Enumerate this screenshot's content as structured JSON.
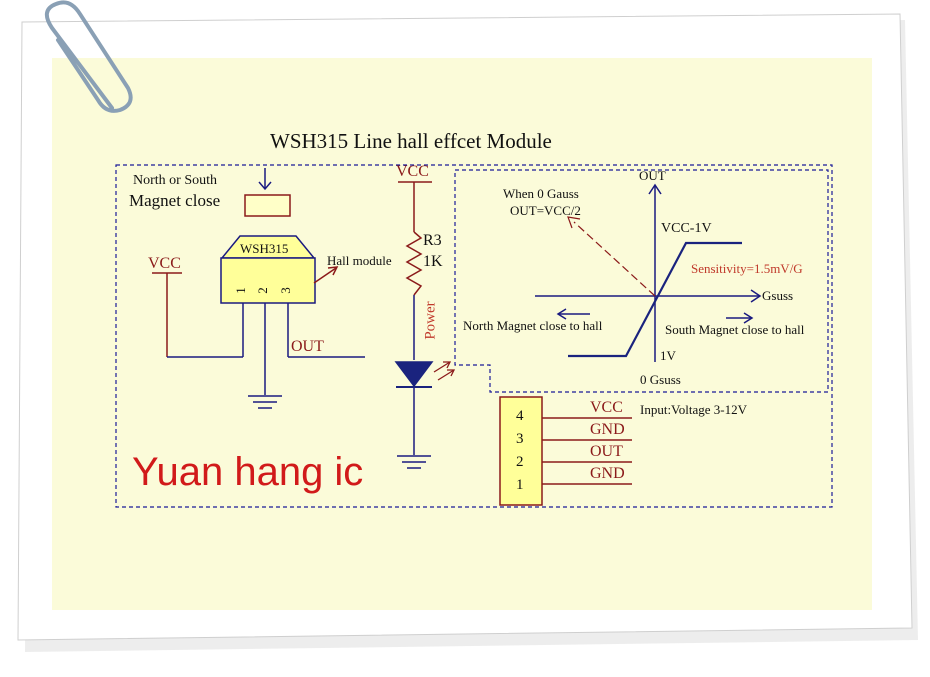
{
  "title": "WSH315 Line hall effcet Module",
  "sensor": {
    "north_or_south": "North or South",
    "magnet_close": "Magnet close",
    "ic_label": "WSH315",
    "pins": [
      "1",
      "2",
      "3"
    ],
    "hall_module": "Hall module",
    "vcc": "VCC",
    "out": "OUT"
  },
  "led_branch": {
    "vcc": "VCC",
    "resistor_name": "R3",
    "resistor_value": "1K",
    "power": "Power"
  },
  "graph": {
    "zero_gauss_note_1": "When 0 Gauss",
    "zero_gauss_note_2": "OUT=VCC/2",
    "y_axis": "OUT",
    "x_axis": "Gsuss",
    "vcc_minus_1v": "VCC-1V",
    "one_v": "1V",
    "sensitivity": "Sensitivity=1.5mV/G",
    "north_label": "North Magnet close to hall",
    "south_label": "South Magnet close to hall",
    "zero_label": "0 Gsuss"
  },
  "connector": {
    "pin_numbers": [
      "4",
      "3",
      "2",
      "1"
    ],
    "pin_labels": [
      "VCC",
      "GND",
      "OUT",
      "GND"
    ],
    "input_voltage": "Input:Voltage 3-12V"
  },
  "watermark": "Yuan hang ic",
  "colors": {
    "panel_bg": "#fbfbd9",
    "wire": "#1a1a80",
    "border": "#1a1a99",
    "dark_red": "#8b1a1a",
    "watermark": "#d11a1a",
    "led": "#1a237e"
  },
  "icons": [
    "paperclip-icon",
    "ground-icon",
    "led-icon",
    "resistor-icon",
    "arrow-icon"
  ]
}
